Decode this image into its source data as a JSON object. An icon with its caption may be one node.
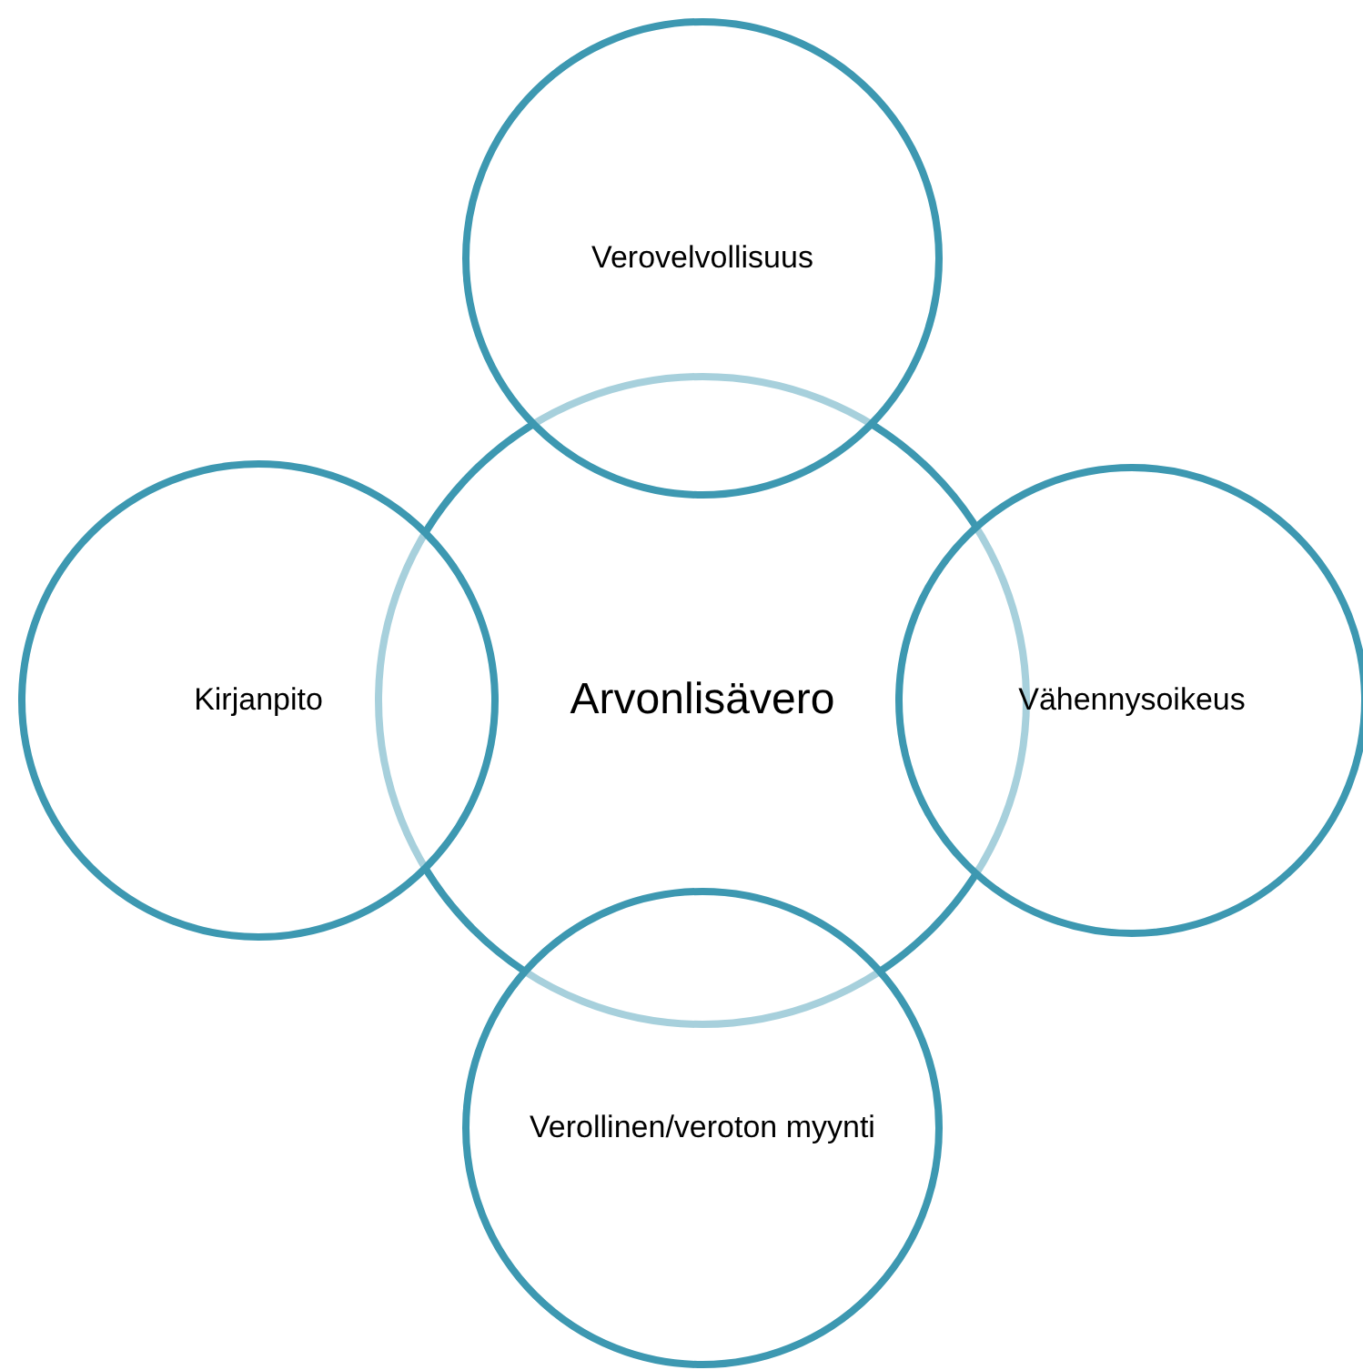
{
  "diagram": {
    "nodes": [
      {
        "text": [
          "Verovelvollisuus"
        ]
      },
      {
        "text": [
          "Kirjanpito"
        ]
      },
      {
        "text": [
          "Arvonlisävero"
        ]
      },
      {
        "text": [
          "Vähennysoikeus"
        ]
      },
      {
        "text": [
          "Verollinen/veroton myynti"
        ]
      }
    ]
  }
}
